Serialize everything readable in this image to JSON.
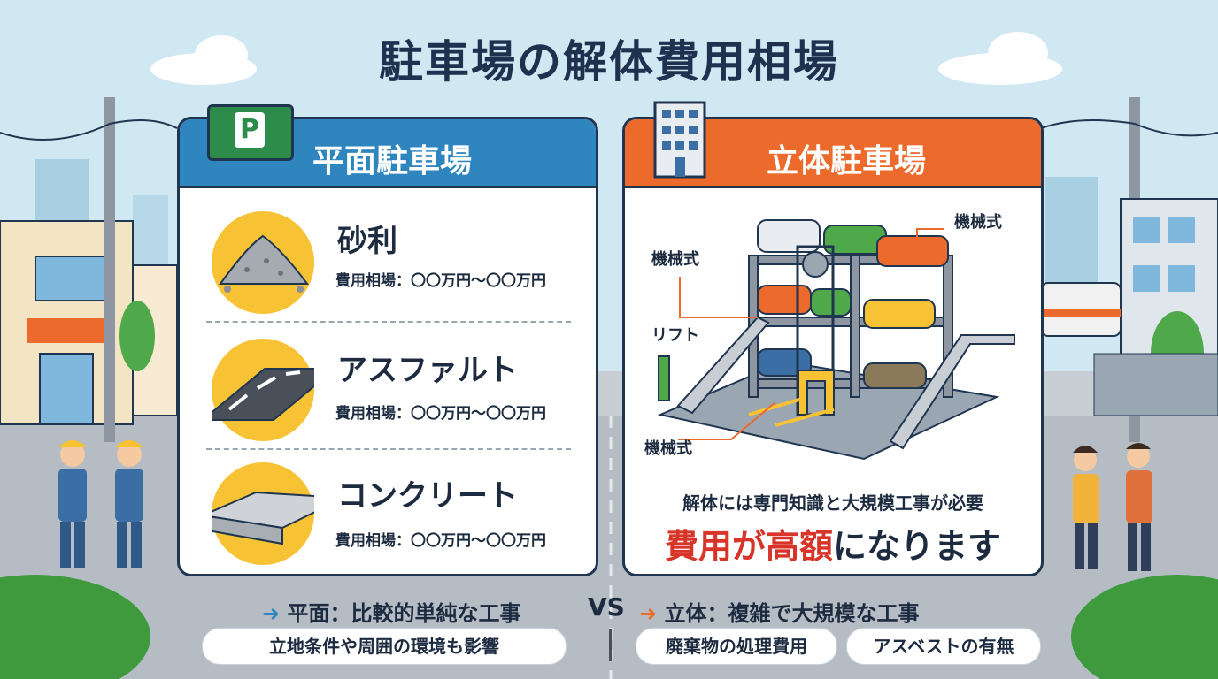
{
  "title": "駐車場の解体費用相場",
  "left_panel": {
    "heading": "平面駐車場",
    "sign_letter": "P",
    "items": [
      {
        "name": "砂利",
        "cost": "費用相場：〇〇万円〜〇〇万円"
      },
      {
        "name": "アスファルト",
        "cost": "費用相場：〇〇万円〜〇〇万円"
      },
      {
        "name": "コンクリート",
        "cost": "費用相場：〇〇万円〜〇〇万円"
      }
    ]
  },
  "right_panel": {
    "heading": "立体駐車場",
    "callouts": {
      "top_right": "機械式",
      "top_left": "機械式",
      "lift": "リフト",
      "bottom_left": "機械式"
    },
    "note": "解体には専門知識と大規模工事が必要",
    "high_cost_red": "費用が高額",
    "high_cost_rest": "になります"
  },
  "comparison": {
    "left": "平面：比較的単純な工事",
    "vs": "VS",
    "right": "立体：複雑で大規模な工事"
  },
  "factors": [
    "立地条件や周囲の環境も影響",
    "廃棄物の処理費用",
    "アスベストの有無"
  ],
  "colors": {
    "left_accent": "#2f86bf",
    "right_accent": "#ec6a2c",
    "highlight_red": "#d8342a",
    "circle_yellow": "#f7c233"
  }
}
